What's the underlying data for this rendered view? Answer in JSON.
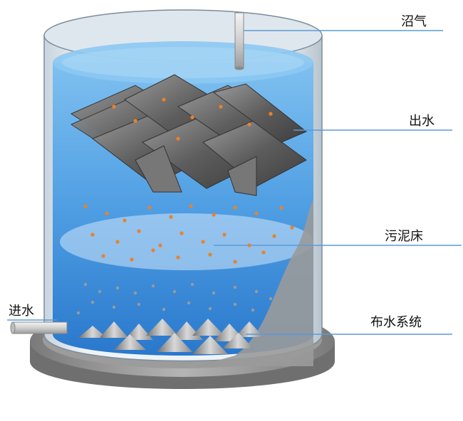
{
  "labels": {
    "biogas": "沼气",
    "outlet": "出水",
    "sludge_bed": "污泥床",
    "distribution": "布水系统",
    "inlet": "进水"
  },
  "colors": {
    "water_top": "#5aa8e6",
    "water_bottom": "#2f7fd0",
    "leader_line": "#5b9bd5",
    "particle_orange": "#e8822a",
    "particle_gray": "#9a9a9a",
    "base": "#8f8f8f",
    "settler_plate": "#6e6e6e"
  }
}
